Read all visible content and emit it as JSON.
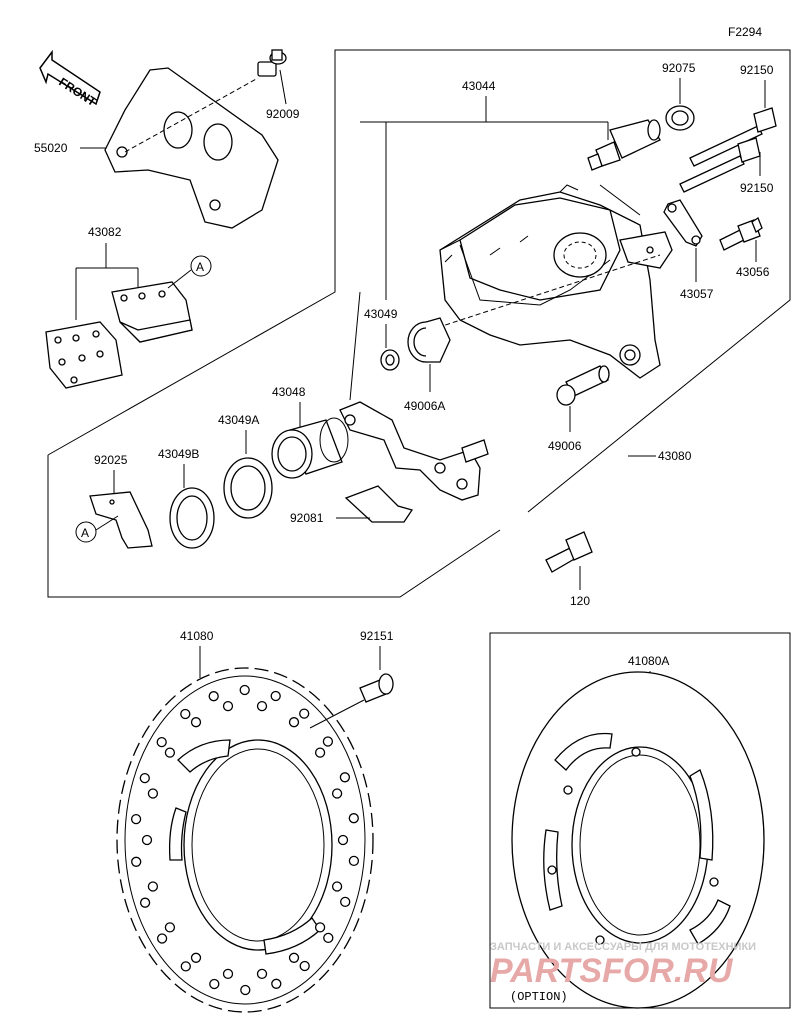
{
  "diagram_code": "F2294",
  "front_label": "FRONT",
  "callout_a": "A",
  "parts": {
    "p55020": "55020",
    "p92009": "92009",
    "p43082": "43082",
    "p43044": "43044",
    "p92075": "92075",
    "p92150_top": "92150",
    "p92150_bottom": "92150",
    "p43056": "43056",
    "p43057": "43057",
    "p43049": "43049",
    "p49006A": "49006A",
    "p49006": "49006",
    "p43080": "43080",
    "p43048": "43048",
    "p43049A": "43049A",
    "p43049B": "43049B",
    "p92025": "92025",
    "p92081": "92081",
    "p120": "120",
    "p41080": "41080",
    "p92151": "92151",
    "p41080A": "41080A"
  },
  "option_label": "(OPTION)",
  "watermark": {
    "line1": "ЗАПЧАСТИ И АКСЕССУАРЫ ДЛЯ МОТОТЕХНИКИ",
    "line2": "PARTSFOR.RU"
  }
}
